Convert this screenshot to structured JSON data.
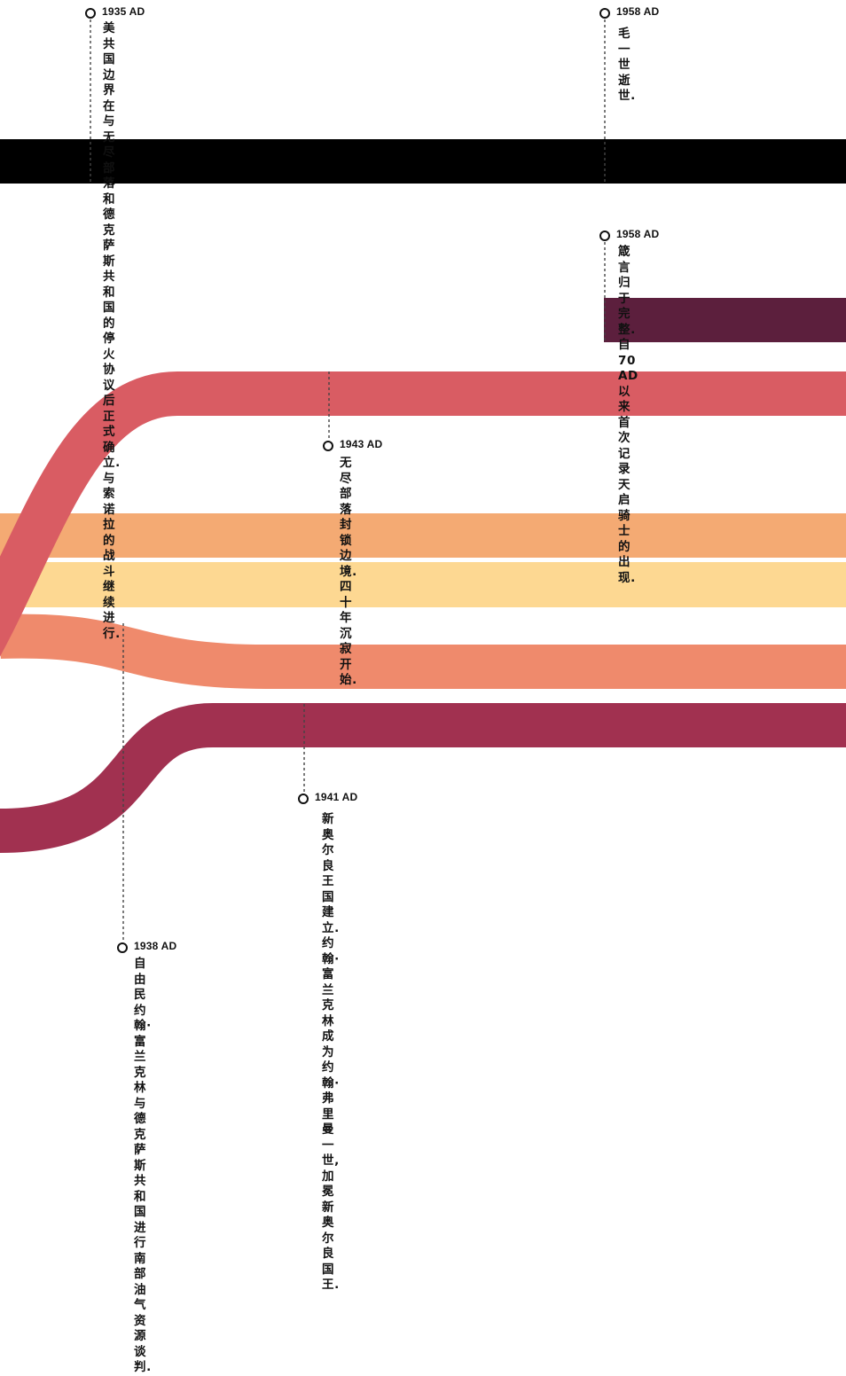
{
  "colors": {
    "black_band": "#000000",
    "plum_band": "#5c1f3d",
    "red_band": "#d95c63",
    "orange_band": "#f4aa73",
    "yellow_band": "#fdd892",
    "salmon_band": "#ef8a6c",
    "crimson_band": "#a13150",
    "connector": "#444444"
  },
  "events": [
    {
      "id": "e1935",
      "year": "1935 AD",
      "text": "美共国边界在与无尽部落\n和德克萨斯共和国的停火\n协议后正式确立.与索诺拉\n的战斗继续进行."
    },
    {
      "id": "e1958a",
      "year": "1958 AD",
      "text": "毛一世逝世."
    },
    {
      "id": "e1958b",
      "year": "1958 AD",
      "text": "箴言归于完整.自70 AD以来\n首次记录天启骑士的出现."
    },
    {
      "id": "e1943",
      "year": "1943 AD",
      "text": "无尽部落封锁边境.\n四十年沉寂开始."
    },
    {
      "id": "e1941",
      "year": "1941 AD",
      "text": "新奥尔良王国建立.\n约翰·富兰克林成为\n约翰·弗里曼一世,\n加冕新奥尔良国王."
    },
    {
      "id": "e1938",
      "year": "1938 AD",
      "text": "自由民约翰·富兰克林与\n德克萨斯共和国进行南部\n油气资源谈判."
    }
  ]
}
